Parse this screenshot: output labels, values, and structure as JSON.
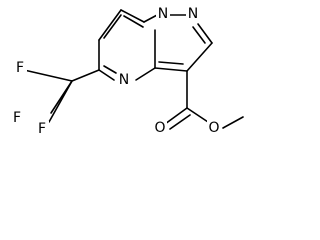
{
  "molecule": {
    "atoms": {
      "n1": "N",
      "n2": "N",
      "n4": "N",
      "f1": "F",
      "f2": "F",
      "f3": "F",
      "o_carbonyl": "O",
      "o_ester": "O"
    }
  }
}
